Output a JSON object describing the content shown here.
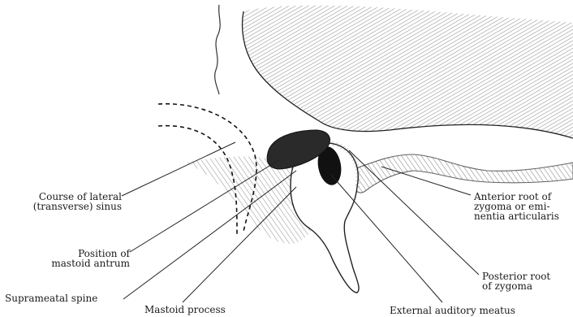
{
  "labels": {
    "lateral_sinus": [
      "Course of lateral",
      "(transverse) sinus"
    ],
    "mastoid_antrum": [
      "Position of",
      "mastoid antrum"
    ],
    "suprameatal_spine": "Suprameatal spine",
    "mastoid_process": "Mastoid process",
    "anterior_root": [
      "Anterior root of",
      "zygoma or emi-",
      "nentia articularis"
    ],
    "posterior_root": [
      "Posterior root",
      "of zygoma"
    ],
    "auditory_meatus": "External auditory meatus"
  },
  "colors": {
    "ink": "#1a1a1a",
    "antrum_fill": "#2a2a2a",
    "meatus_fill": "#111111",
    "bone_fill": "#ffffff"
  }
}
